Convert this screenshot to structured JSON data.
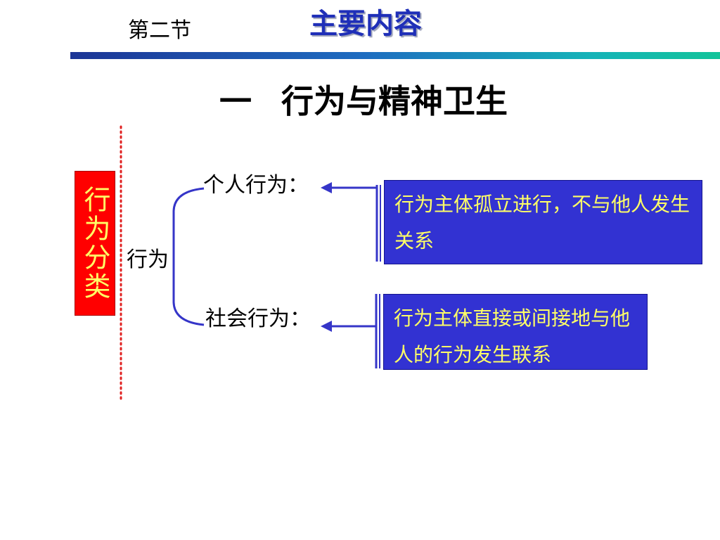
{
  "header": {
    "section_label": "第二节",
    "slide_title": "主要内容"
  },
  "heading": {
    "number": "一",
    "text": "行为与精神卫生"
  },
  "diagram": {
    "category_label": "行为分类",
    "root": "行为",
    "branches": [
      {
        "label": "个人行为：",
        "definition": "行为主体孤立进行，不与他人发生关系"
      },
      {
        "label": "社会行为：",
        "definition": "行为主体直接或间接地与他人的行为发生联系"
      }
    ]
  },
  "colors": {
    "title": "#1f2fb8",
    "category_bg": "#ff0000",
    "category_text": "#ffff66",
    "definition_bg": "#3232d2",
    "definition_text": "#ffff66",
    "connector": "#3535c8",
    "divider": "#e02020"
  }
}
